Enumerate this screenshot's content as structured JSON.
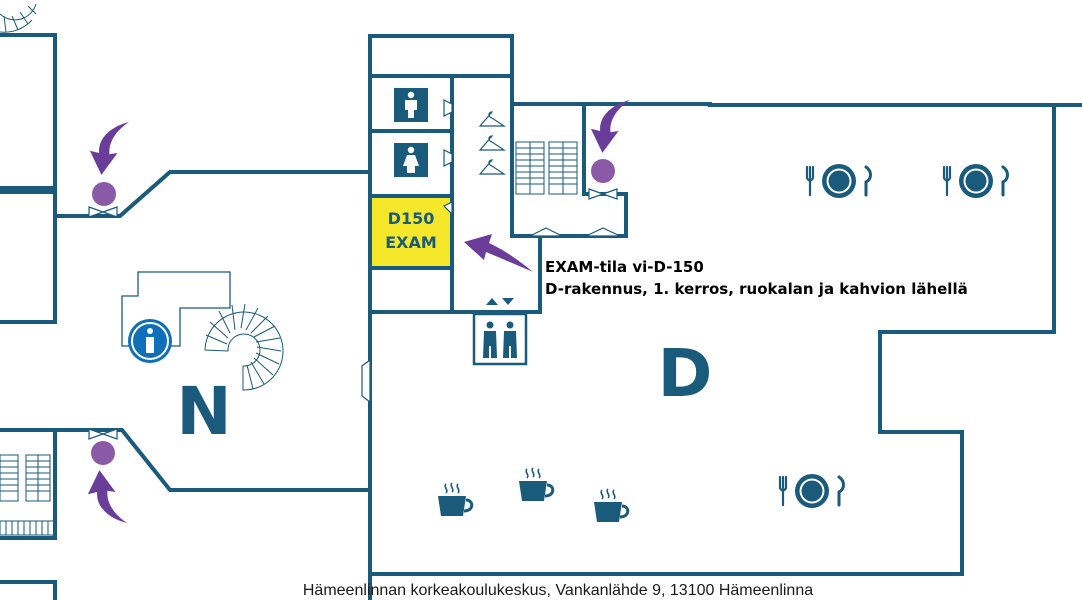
{
  "colors": {
    "wall": "#1a5a7a",
    "exam_room_fill": "#f5e82a",
    "marker": "#8a5aa6",
    "arrow": "#6a3d9a",
    "info": "#0f6fb8",
    "background": "#ffffff"
  },
  "map": {
    "buildings": {
      "north": "N",
      "d": "D"
    },
    "exam_room": {
      "line1": "D150",
      "line2": "EXAM"
    },
    "callout": {
      "line1": "EXAM-tila vi-D-150",
      "line2": "D-rakennus, 1. kerros, ruokalan ja kahvion lähellä"
    },
    "footer_address": "Hämeenlinnan korkeakoulukeskus, Vankanlähde 9, 13100 Hämeenlinna",
    "icons": {
      "info": "info-icon",
      "elevator": "elevator-icon",
      "men_wc": "male-toilet-icon",
      "women_wc": "female-toilet-icon",
      "cloakroom": "coat-hanger-icon",
      "restaurant": "plate-cutlery-icon",
      "cafe": "coffee-cup-icon",
      "entrance_marker": "entrance-dot-icon",
      "direction_arrow": "curved-arrow-icon",
      "stairs": "staircase-icon",
      "spiral_stairs": "spiral-staircase-icon"
    }
  }
}
